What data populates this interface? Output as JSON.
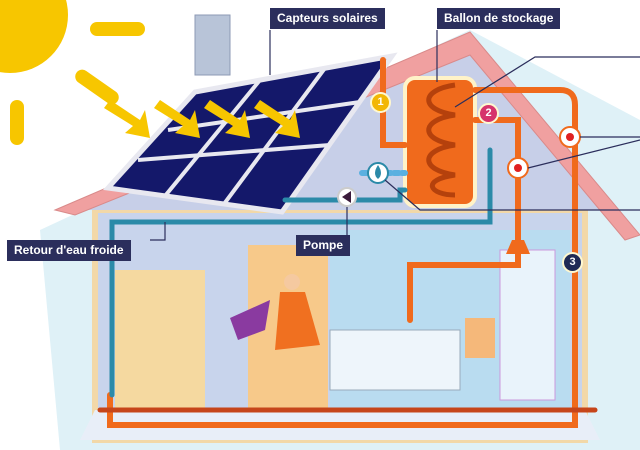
{
  "labels": {
    "solar_collectors": "Capteurs solaires",
    "storage_tank": "Ballon de stockage",
    "cold_water_return": "Retour d'eau froide",
    "pump": "Pompe"
  },
  "markers": [
    {
      "number": "1",
      "color": "#f2b705"
    },
    {
      "number": "2",
      "color": "#d6336c"
    },
    {
      "number": "3",
      "color": "#1f2a55"
    }
  ],
  "colors": {
    "label_bg": "#2b2e5c",
    "hot_pipe": "#f06a1c",
    "cold_pipe": "#2b8aa8",
    "sun": "#f7c600",
    "roof": "#f0a0a0",
    "panel": "#14186a"
  },
  "icons": [
    "sun-icon",
    "water-drop-icon",
    "pump-icon",
    "target-icon",
    "shower-icon"
  ]
}
